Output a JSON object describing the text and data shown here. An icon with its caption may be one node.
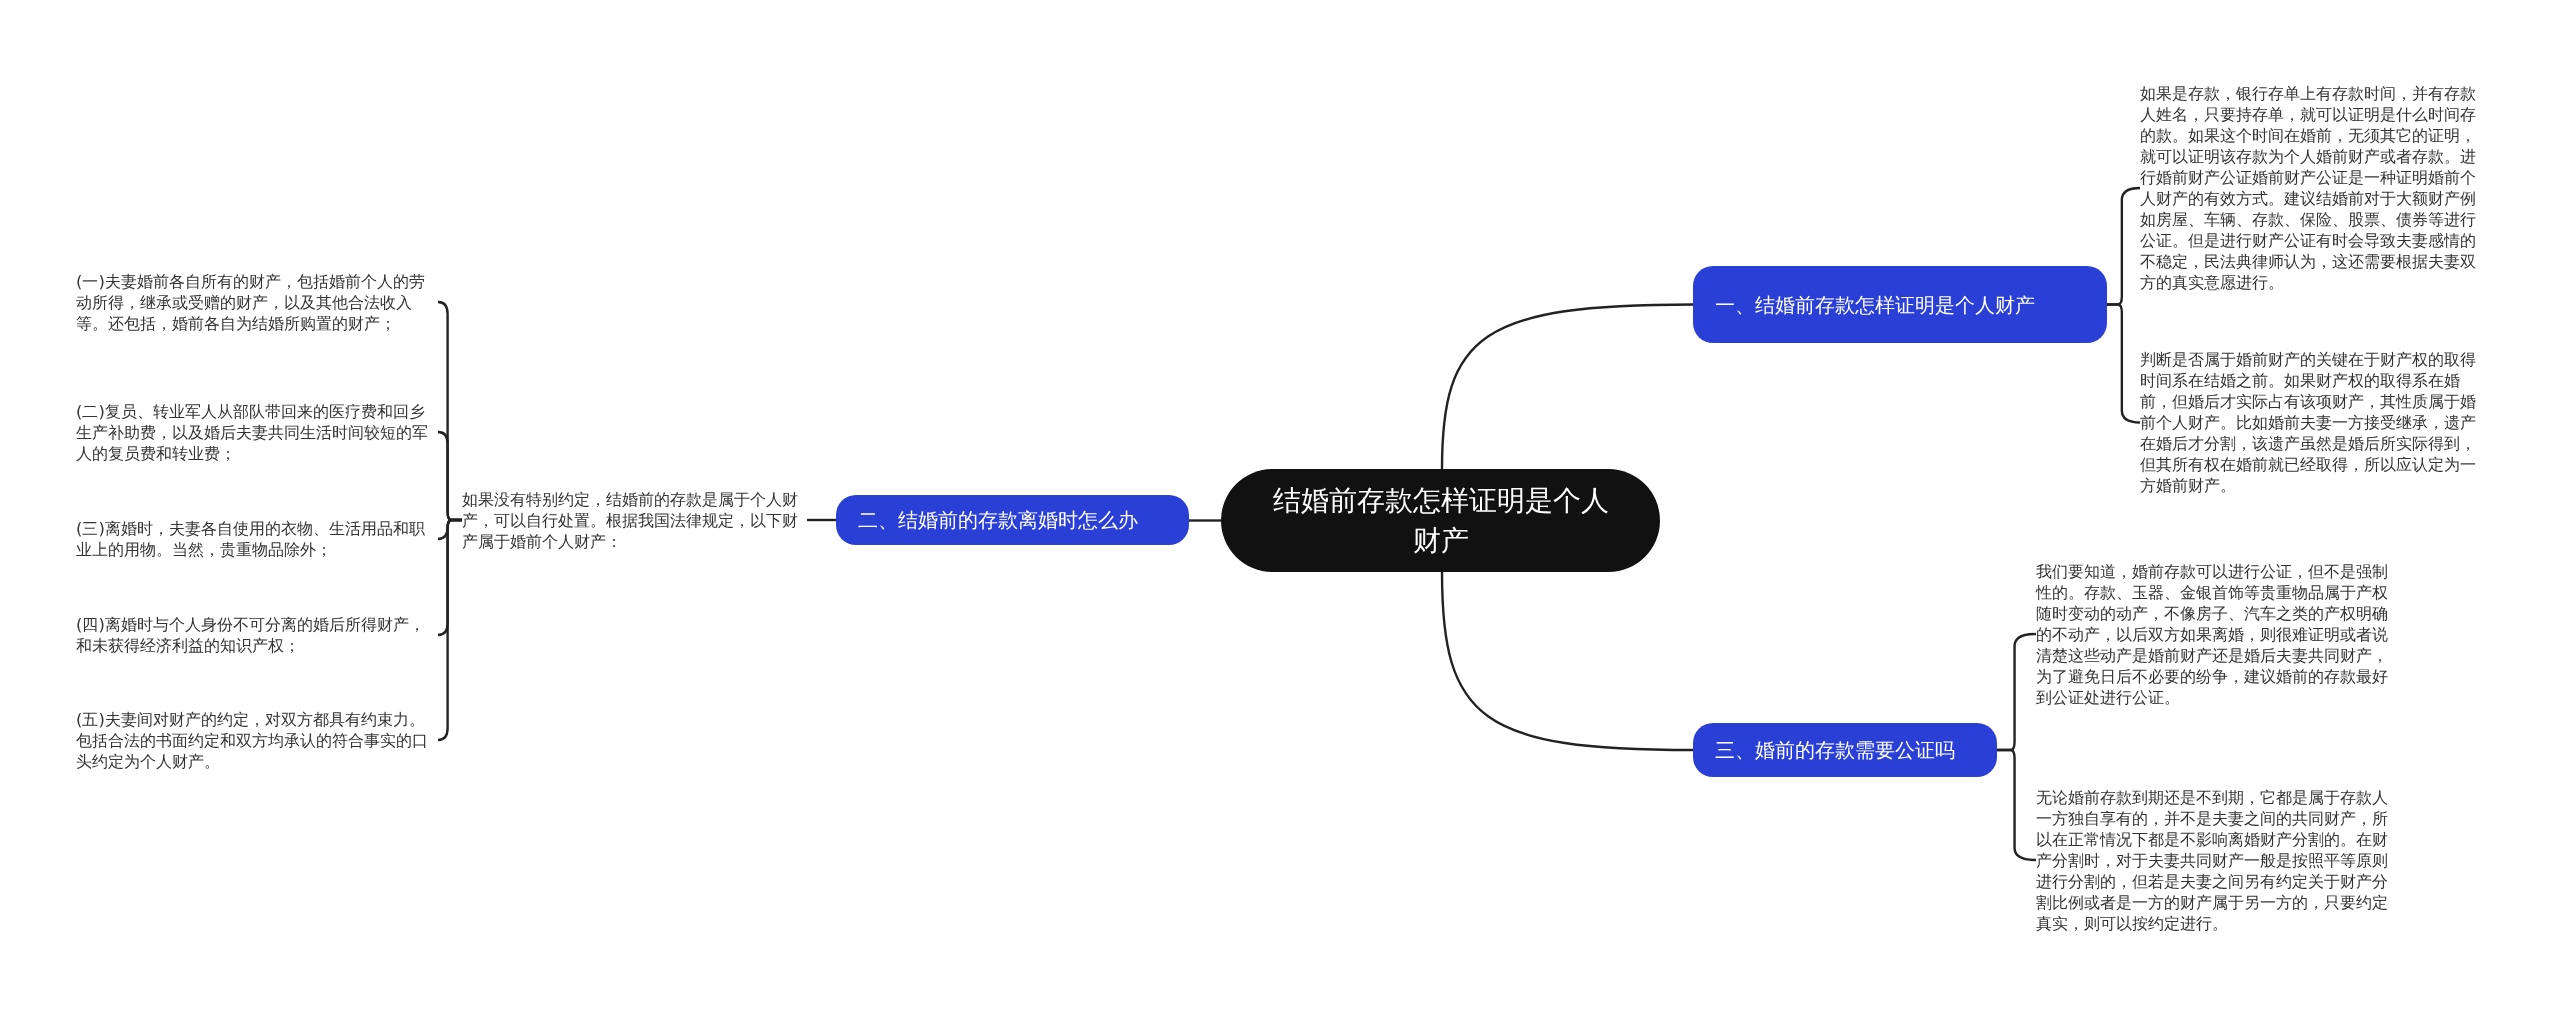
{
  "diagram": {
    "nodes": [
      {
        "text": [
          "结婚前存款怎样证明是个人财产"
        ]
      },
      {
        "text": [
          "一、结婚前存款怎样证明是个人财产"
        ]
      },
      {
        "text": [
          "如果是存款，银行存单上有存款时间，并有存款人姓名，只要持存单，就可以证明是什么时间存的款。如果这个时间在婚前，无须其它的证明，就可以证明该存款为个人婚前财产或者存款。进行婚前财产公证婚前财产公证是一种证明婚前个人财产的有效方式。建议结婚前对于大额财产例如房屋、车辆、存款、保险、股票、债券等进行公证。但是进行财产公证有时会导致夫妻感情的不稳定，民法典律师认为，这还需要根据夫妻双方的真实意愿进行。"
        ]
      },
      {
        "text": [
          "判断是否属于婚前财产的关键在于财产权的取得时间系在结婚之前。如果财产权的取得系在婚前，但婚后才实际占有该项财产，其性质属于婚前个人财产。比如婚前夫妻一方接受继承，遗产在婚后才分割，该遗产虽然是婚后所实际得到，但其所有权在婚前就已经取得，所以应认定为一方婚前财产。"
        ]
      },
      {
        "text": [
          "二、结婚前的存款离婚时怎么办"
        ]
      },
      {
        "text": [
          "如果没有特别约定，结婚前的存款是属于个人财产，可以自行处置。根据我国法律规定，以下财产属于婚前个人财产："
        ]
      },
      {
        "text": [
          "(一)夫妻婚前各自所有的财产，包括婚前个人的劳动所得，继承或受赠的财产，以及其他合法收入等。还包括，婚前各自为结婚所购置的财产；"
        ]
      },
      {
        "text": [
          "(二)复员、转业军人从部队带回来的医疗费和回乡生产补助费，以及婚后夫妻共同生活时间较短的军人的复员费和转业费；"
        ]
      },
      {
        "text": [
          "(三)离婚时，夫妻各自使用的衣物、生活用品和职业上的用物。当然，贵重物品除外；"
        ]
      },
      {
        "text": [
          "(四)离婚时与个人身份不可分离的婚后所得财产，和未获得经济利益的知识产权；"
        ]
      },
      {
        "text": [
          "(五)夫妻间对财产的约定，对双方都具有约束力。包括合法的书面约定和双方均承认的符合事实的口头约定为个人财产。"
        ]
      },
      {
        "text": [
          "三、婚前的存款需要公证吗"
        ]
      },
      {
        "text": [
          "我们要知道，婚前存款可以进行公证，但不是强制性的。存款、玉器、金银首饰等贵重物品属于产权随时变动的动产，不像房子、汽车之类的产权明确的不动产，以后双方如果离婚，则很难证明或者说清楚这些动产是婚前财产还是婚后夫妻共同财产，为了避免日后不必要的纷争，建议婚前的存款最好到公证处进行公证。"
        ]
      },
      {
        "text": [
          "无论婚前存款到期还是不到期，它都是属于存款人一方独自享有的，并不是夫妻之间的共同财产，所以在正常情况下都是不影响离婚财产分割的。在财产分割时，对于夫妻共同财产一般是按照平等原则进行分割的，但若是夫妻之间另有约定关于财产分割比例或者是一方的财产属于另一方的，只要约定真实，则可以按约定进行。"
        ]
      }
    ],
    "edges": [
      {
        "from": 0,
        "to": 1,
        "arrow": "none"
      },
      {
        "from": 1,
        "to": 2,
        "arrow": "none"
      },
      {
        "from": 1,
        "to": 3,
        "arrow": "none"
      },
      {
        "from": 0,
        "to": 4,
        "arrow": "none"
      },
      {
        "from": 4,
        "to": 5,
        "arrow": "none"
      },
      {
        "from": 5,
        "to": 6,
        "arrow": "none"
      },
      {
        "from": 5,
        "to": 7,
        "arrow": "none"
      },
      {
        "from": 5,
        "to": 8,
        "arrow": "none"
      },
      {
        "from": 5,
        "to": 9,
        "arrow": "none"
      },
      {
        "from": 5,
        "to": 10,
        "arrow": "none"
      },
      {
        "from": 0,
        "to": 11,
        "arrow": "none"
      },
      {
        "from": 11,
        "to": 12,
        "arrow": "none"
      },
      {
        "from": 11,
        "to": 13,
        "arrow": "none"
      }
    ]
  }
}
